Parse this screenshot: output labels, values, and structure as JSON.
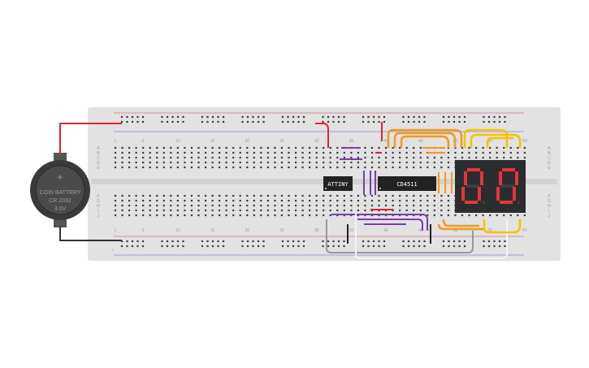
{
  "board": {
    "column_numbers_top": [
      "1",
      "5",
      "10",
      "15",
      "20",
      "25",
      "30",
      "35",
      "40",
      "45",
      "50",
      "55",
      "60"
    ],
    "column_numbers_bottom": [
      "1",
      "5",
      "10",
      "15",
      "20",
      "25",
      "30",
      "35",
      "40",
      "45",
      "50",
      "55",
      "60"
    ],
    "row_letters_top": [
      "A",
      "B",
      "C",
      "D",
      "E"
    ],
    "row_letters_bottom": [
      "F",
      "G",
      "H",
      "I",
      "J"
    ],
    "rail_minus_symbol": "−",
    "rail_plus_symbol": "+"
  },
  "battery": {
    "line1": "COIN BATTERY",
    "line2": "CR 2032",
    "line3": "3.0V",
    "plus_symbol": "+"
  },
  "chips": {
    "attiny_label": "ATTINY",
    "decoder_label": "CD4511"
  },
  "display": {
    "digits": [
      "0",
      "0"
    ],
    "segment_color": "#e8333b",
    "body_color": "#2a2d30"
  },
  "colors": {
    "board": "#e2e2e2",
    "wire_red": "#e0242e",
    "wire_black": "#333333",
    "wire_orange": "#f39a1e",
    "wire_yellow": "#f5c400",
    "wire_purple": "#7a3ea8",
    "wire_gray": "#9a9a9a",
    "wire_white": "#f4f4f4"
  }
}
